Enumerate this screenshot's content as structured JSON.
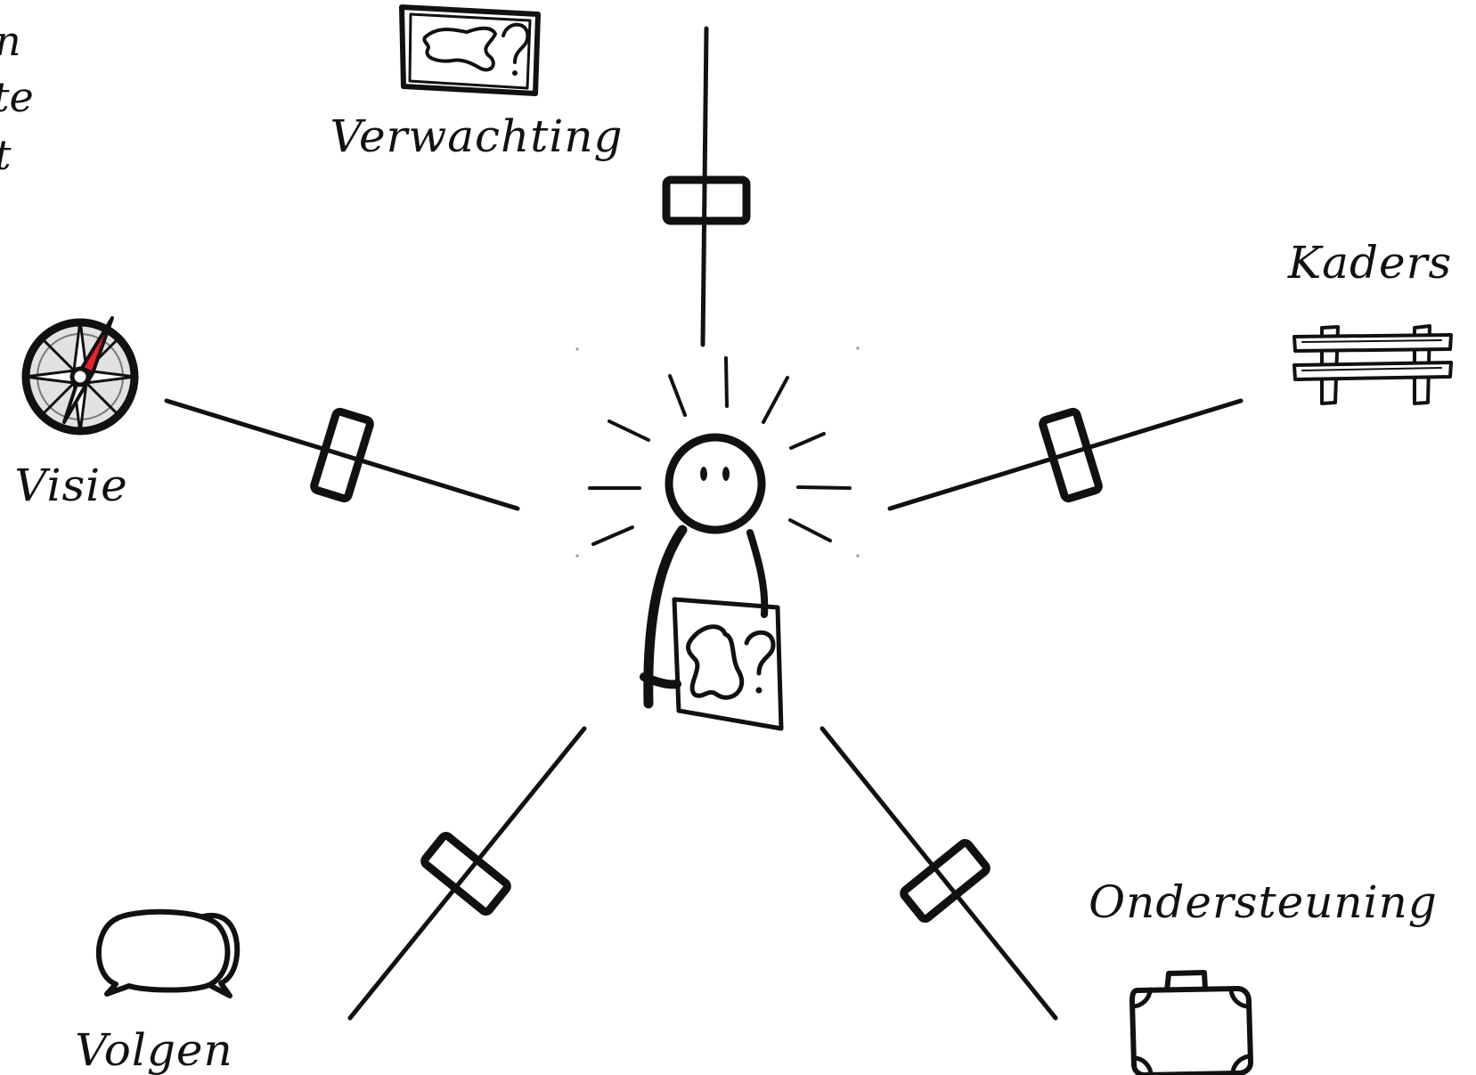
{
  "diagram": {
    "center_figure": "person-holding-map-icon",
    "nodes": [
      {
        "key": "verwachting",
        "label": "Verwachting",
        "icon": "map-question-icon"
      },
      {
        "key": "kaders",
        "label": "Kaders",
        "icon": "fence-icon"
      },
      {
        "key": "visie",
        "label": "Visie",
        "icon": "compass-icon"
      },
      {
        "key": "ondersteuning",
        "label": "Ondersteuning",
        "icon": "suitcase-icon"
      },
      {
        "key": "volgen",
        "label": "Volgen",
        "icon": "speech-bubbles-icon"
      }
    ],
    "cropped_text": [
      "n",
      "te",
      "t"
    ]
  },
  "colors": {
    "ink": "#111111",
    "compass_needle": "#e8202a",
    "compass_face": "#e2e2e2"
  }
}
